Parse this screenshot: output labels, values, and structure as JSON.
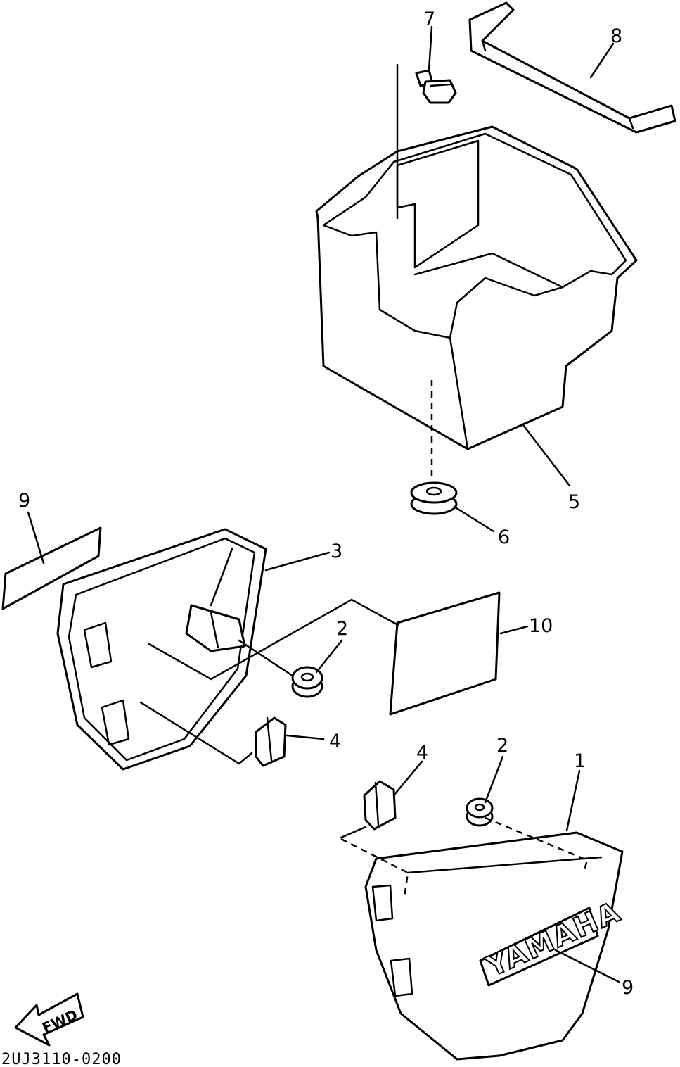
{
  "callouts": {
    "c1": "1",
    "c2a": "2",
    "c2b": "2",
    "c3": "3",
    "c4a": "4",
    "c4b": "4",
    "c5": "5",
    "c6": "6",
    "c7": "7",
    "c8": "8",
    "c9a": "9",
    "c9b": "9",
    "c10": "10"
  },
  "fwd_label": "FWD",
  "brand_label": "YAMAHA",
  "diagram_code": "2UJ3110-0200"
}
